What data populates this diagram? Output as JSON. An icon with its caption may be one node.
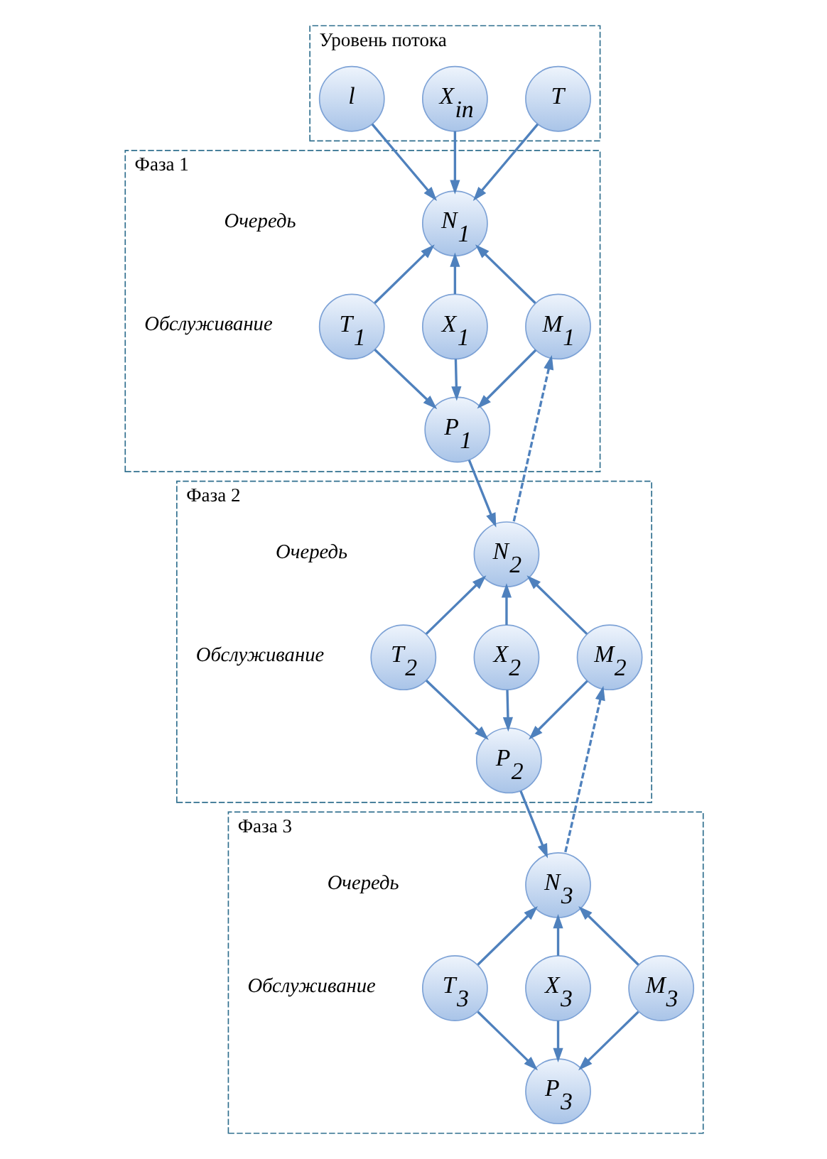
{
  "diagram": {
    "nodes": [
      {
        "text": [
          "Уровень потока"
        ]
      },
      {
        "text": [
          "T"
        ],
        "in": 0
      },
      {
        "text": [
          "X$_{in}$"
        ],
        "in": 0
      },
      {
        "text": [
          "l"
        ],
        "in": 0
      },
      {
        "text": [
          "Фаза 1"
        ]
      },
      {
        "text": [
          "N$_{1}$"
        ],
        "in": 4
      },
      {
        "text": [
          "T$_{1}$"
        ],
        "in": 4
      },
      {
        "text": [
          "X$_{1}$"
        ],
        "in": 4
      },
      {
        "text": [
          "M$_{1}$"
        ],
        "in": 4
      },
      {
        "text": [
          "P$_{1}$"
        ],
        "in": 4
      },
      {
        "text": [
          "Фаза 2"
        ]
      },
      {
        "text": [
          "N$_{2}$"
        ],
        "in": 10
      },
      {
        "text": [
          "T$_{2}$"
        ],
        "in": 10
      },
      {
        "text": [
          "X$_{2}$"
        ],
        "in": 10
      },
      {
        "text": [
          "M$_{2}$"
        ],
        "in": 10
      },
      {
        "text": [
          "P$_{2}$"
        ],
        "in": 10
      },
      {
        "text": [
          "Фаза 3"
        ]
      },
      {
        "text": [
          "N$_{3}$"
        ],
        "in": 16
      },
      {
        "text": [
          "T$_{3}$"
        ],
        "in": 16
      },
      {
        "text": [
          "X$_{3}$"
        ],
        "in": 16
      },
      {
        "text": [
          "M$_{3}$"
        ],
        "in": 16
      },
      {
        "text": [
          "P$_{3}$"
        ],
        "in": 16
      }
    ],
    "edges": [
      {
        "from": 1,
        "to": 5,
        "arrow": "to"
      },
      {
        "from": 2,
        "to": 5,
        "arrow": "to"
      },
      {
        "from": 3,
        "to": 5,
        "arrow": "to"
      },
      {
        "from": 6,
        "to": 5,
        "arrow": "to"
      },
      {
        "from": 7,
        "to": 5,
        "arrow": "to"
      },
      {
        "from": 8,
        "to": 5,
        "arrow": "to"
      },
      {
        "from": 6,
        "to": 9,
        "arrow": "to"
      },
      {
        "from": 7,
        "to": 9,
        "arrow": "to"
      },
      {
        "from": 8,
        "to": 9,
        "arrow": "to"
      },
      {
        "from": 9,
        "to": 11,
        "arrow": "to"
      },
      {
        "from": 11,
        "to": 8,
        "arrow": "to",
        "style": "dashed"
      },
      {
        "from": 12,
        "to": 11,
        "arrow": "to"
      },
      {
        "from": 13,
        "to": 11,
        "arrow": "to"
      },
      {
        "from": 14,
        "to": 11,
        "arrow": "to"
      },
      {
        "from": 12,
        "to": 15,
        "arrow": "to"
      },
      {
        "from": 13,
        "to": 15,
        "arrow": "to"
      },
      {
        "from": 14,
        "to": 15,
        "arrow": "to"
      },
      {
        "from": 15,
        "to": 17,
        "arrow": "to"
      },
      {
        "from": 17,
        "to": 14,
        "arrow": "to",
        "style": "dashed"
      },
      {
        "from": 18,
        "to": 17,
        "arrow": "to"
      },
      {
        "from": 19,
        "to": 17,
        "arrow": "to"
      },
      {
        "from": 20,
        "to": 17,
        "arrow": "to"
      },
      {
        "from": 18,
        "to": 21,
        "arrow": "to"
      },
      {
        "from": 19,
        "to": 21,
        "arrow": "to"
      },
      {
        "from": 20,
        "to": 21,
        "arrow": "to"
      }
    ],
    "labels": [
      "Очередь",
      "Обслуживание",
      "Очередь",
      "Обслуживание",
      "Очередь",
      "Обслуживание"
    ]
  }
}
